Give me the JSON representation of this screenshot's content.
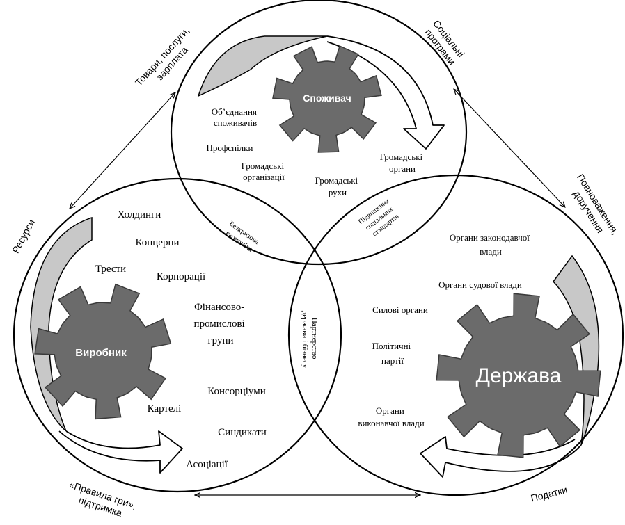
{
  "consumer": {
    "gear_label": "Споживач",
    "items": {
      "union": [
        "Об’єднання",
        "споживачів"
      ],
      "trade_unions": "Профспілки",
      "public_orgs": [
        "Громадські",
        "організації"
      ],
      "public_movements": [
        "Громадські",
        "рухи"
      ],
      "public_bodies": [
        "Громадські",
        "органи"
      ]
    }
  },
  "producer": {
    "gear_label": "Виробник",
    "items": {
      "holdings": "Холдинги",
      "concerns": "Концерни",
      "trusts": "Трести",
      "corporations": "Корпорації",
      "fig": [
        "Фінансово-",
        "промислові",
        "групи"
      ],
      "consortia": "Консорціуми",
      "cartels": "Картелі",
      "syndicates": "Синдикати",
      "associations": "Асоціації"
    }
  },
  "state": {
    "gear_label": "Держава",
    "items": {
      "legislative": [
        "Органи законодавчої",
        "влади"
      ],
      "judicial": "Органи судової влади",
      "security": "Силові органи",
      "parties": [
        "Політичні",
        "партії"
      ],
      "executive": [
        "Органи",
        "виконавчої влади"
      ]
    }
  },
  "intersections": {
    "consumer_producer": [
      "Безкризова",
      "економіка"
    ],
    "consumer_state": [
      "Підвищення",
      "соціальних",
      "стандартів"
    ],
    "producer_state": [
      "Партнерство",
      "держави і бізнесу"
    ]
  },
  "flows": {
    "goods": [
      "Товари, послуги,",
      "зарплата"
    ],
    "social": [
      "Соціальні",
      "програми"
    ],
    "powers": [
      "Повноваження,",
      "доручення"
    ],
    "resources": "Ресурси",
    "rules": [
      "«Правила гри»,",
      "підтримка"
    ],
    "taxes": "Податки"
  },
  "colors": {
    "gear": "#6b6b6b",
    "gear_text": "#ffffff",
    "band": "#c8c8c8",
    "stroke": "#000000"
  }
}
